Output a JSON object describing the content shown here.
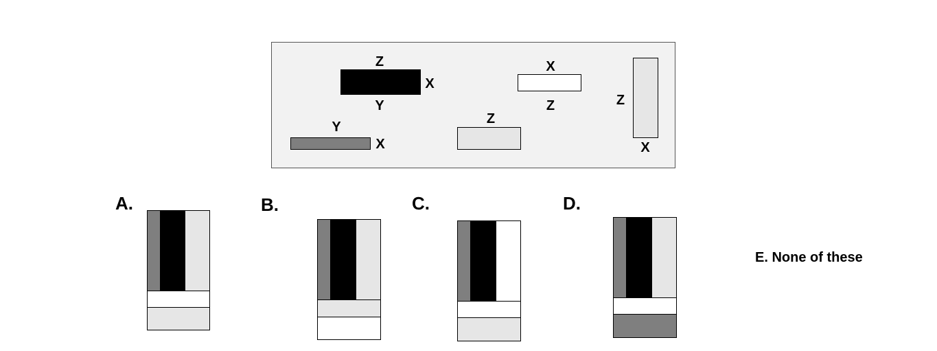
{
  "colors": {
    "black": "#000000",
    "dark_gray": "#7f7f7f",
    "light_gray": "#e6e6e6",
    "white": "#ffffff",
    "frame_bg": "#f2f2f2"
  },
  "reference": {
    "black_piece": {
      "top": "Z",
      "bottom": "Y",
      "right": "X"
    },
    "white_piece": {
      "top": "X",
      "bottom": "Z"
    },
    "tall_gray_piece": {
      "left": "Z",
      "bottom": "X"
    },
    "dark_piece": {
      "top": "Y",
      "right": "X"
    },
    "light_piece": {
      "top": "Z"
    }
  },
  "options": {
    "a": {
      "label": "A."
    },
    "b": {
      "label": "B."
    },
    "c": {
      "label": "C."
    },
    "d": {
      "label": "D."
    },
    "e": {
      "label": "E. None of these"
    }
  }
}
